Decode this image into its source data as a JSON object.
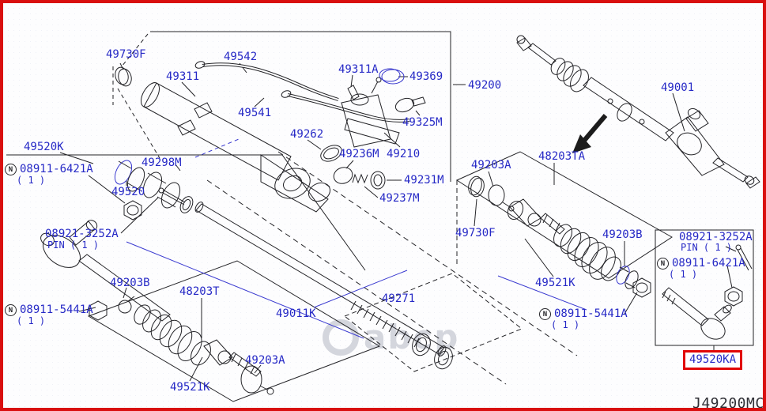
{
  "meta": {
    "diagram_code": "J49200MC",
    "watermark": "abcp",
    "label_color": "#2629c6",
    "border_color": "#d90f0f",
    "highlight_color": "#e10707"
  },
  "symbols": {
    "circled_n": "N"
  },
  "labels": {
    "f49730f_top": "49730F",
    "f49542": "49542",
    "f49311": "49311",
    "f49311a": "49311A",
    "f49369": "49369",
    "f49200": "49200",
    "f49001": "49001",
    "f49541": "49541",
    "f49325m": "49325M",
    "f49262": "49262",
    "f49236m": "49236M",
    "f49210": "49210",
    "f49298m": "49298M",
    "f49520k": "49520K",
    "f08911_6421a_left": "08911-6421A",
    "f08911_6421a_left_qty": "( 1 )",
    "f49520": "49520",
    "f49231m": "49231M",
    "f49237m": "49237M",
    "f49203a_right": "49203A",
    "f48203ta": "48203TA",
    "f08921_3252a_left": "08921-3252A",
    "f08921_3252a_left_pin": "PIN ( 1 )",
    "f49730f_right": "49730F",
    "f49203b_right": "49203B",
    "f49203b_left": "49203B",
    "f48203t": "48203T",
    "f08911_5441a_left": "08911-5441A",
    "f08911_5441a_left_qty": "( 1 )",
    "f49271": "49271",
    "f49011k": "49011K",
    "f49521k_right": "49521K",
    "f08911_5441a_right": "08911-5441A",
    "f08911_5441a_right_qty": "( 1 )",
    "f49203a_bottom": "49203A",
    "f49521k_bottom": "49521K",
    "f08921_3252a_box": "08921-3252A",
    "f08921_3252a_box_pin": "PIN ( 1 )",
    "f08911_6421a_box": "08911-6421A",
    "f08911_6421a_box_qty": "( 1 )",
    "f49520ka": "49520KA"
  }
}
